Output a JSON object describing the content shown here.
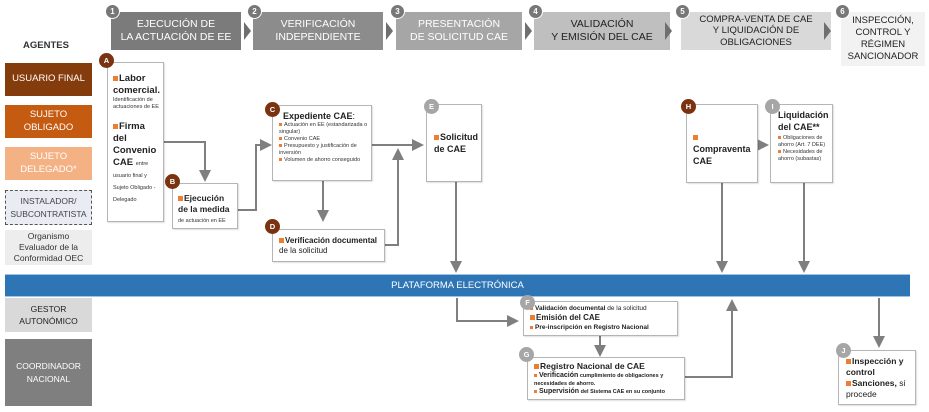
{
  "stages": [
    {
      "number": "1",
      "label_line1": "EJECUCIÓN DE",
      "label_line2": "LA ACTUACIÓN DE EE"
    },
    {
      "number": "2",
      "label_line1": "VERIFICACIÓN",
      "label_line2": "INDEPENDIENTE"
    },
    {
      "number": "3",
      "label_line1": "PRESENTACIÓN",
      "label_line2": "DE SOLICITUD CAE"
    },
    {
      "number": "4",
      "label_line1": "VALIDACIÓN",
      "label_line2": "Y EMISIÓN DEL CAE"
    },
    {
      "number": "5",
      "label_line1": "COMPRA-VENTA DE CAE",
      "label_line2": "Y LIQUIDACIÓN DE",
      "label_line3": "OBLIGACIONES"
    },
    {
      "number": "6",
      "label_line1": "INSPECCIÓN,",
      "label_line2": "CONTROL Y",
      "label_line3": "RÉGIMEN",
      "label_line4": "SANCIONADOR"
    }
  ],
  "agents": {
    "title": "AGENTES",
    "items": [
      {
        "line1": "USUARIO FINAL",
        "color": "#843c0c"
      },
      {
        "line1": "SUJETO",
        "line2": "OBLIGADO",
        "color": "#c55a11"
      },
      {
        "line1": "SUJETO",
        "line2": "DELEGADO*",
        "color": "#f4b183"
      },
      {
        "line1": "INSTALADOR/",
        "line2": "SUBCONTRATISTA",
        "color": "#e9ecf2"
      },
      {
        "line1": "Organismo",
        "line2": "Evaluador de la",
        "line3": "Conformidad OEC",
        "color": "#ededed"
      },
      {
        "line1": "GESTOR",
        "line2": "AUTONÓMICO",
        "color": "#d9d9d9"
      },
      {
        "line1": "COORDINADOR",
        "line2": "NACIONAL",
        "color": "#7f7f7f"
      }
    ]
  },
  "platform": {
    "label": "PLATAFORMA ELECTRÓNICA",
    "color": "#2e75b6"
  },
  "boxes": {
    "A": {
      "badge": "A",
      "item1_bold": "Labor comercial.",
      "item1_text": "Identificación de actuaciones de EE",
      "item2_bold": "Firma del Convenio CAE",
      "item2_text": "entre usuario final y Sujeto Obligado - Delegado"
    },
    "B": {
      "badge": "B",
      "bold": "Ejecución de la medida",
      "text": "de actuación en EE"
    },
    "C": {
      "badge": "C",
      "title": "Expediente CAE",
      "title_suffix": ":",
      "items": [
        "Actuación en EE (estandarizada o singular)",
        "Convenio CAE",
        "Presupuesto y justificación de inversión",
        "Volumen de ahorro conseguido"
      ]
    },
    "D": {
      "badge": "D",
      "bold": "Verificación documental",
      "text": "de la solicitud"
    },
    "E": {
      "badge": "E",
      "bold": "Solicitud de CAE"
    },
    "F": {
      "badge": "F",
      "item1_bold": "Validación documental",
      "item1_text": "de la solicitud",
      "item2_bold": "Emisión del CAE",
      "item3_bold": "Pre-inscripción en Registro Nacional"
    },
    "G": {
      "badge": "G",
      "item1_bold": "Registro Nacional de CAE",
      "item2_bold": "Verificación",
      "item2_text": "cumplimiento de obligaciones y necesidades de ahorro.",
      "item3_bold": "Supervisión",
      "item3_text": "del Sistema CAE en su conjunto"
    },
    "H": {
      "badge": "H",
      "bold": "Compraventa CAE"
    },
    "I": {
      "badge": "I",
      "title": "Liquidación del CAE**",
      "items": [
        "Obligaciones de ahorro (Art. 7 DEE)",
        "Necesidades de ahorro (subastas)"
      ]
    },
    "J": {
      "badge": "J",
      "item1_bold": "Inspección y control",
      "item2_bold": "Sanciones,",
      "item2_text": "si procede"
    }
  },
  "colors": {
    "accent_orange": "#ed7d31",
    "connector": "#7f7f7f"
  }
}
